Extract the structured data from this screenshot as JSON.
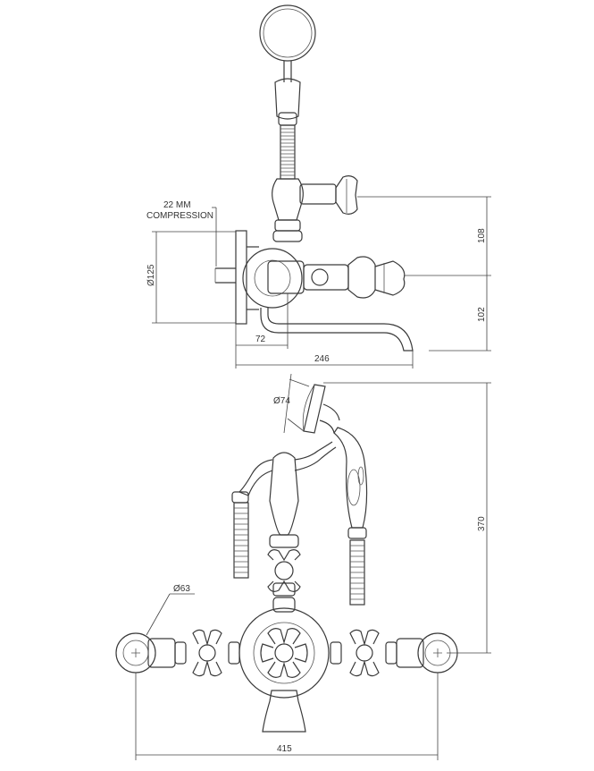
{
  "labels": {
    "compression_line1": "22 MM",
    "compression_line2": "COMPRESSION",
    "dia_flange": "Ø125",
    "dim_72": "72",
    "dim_246": "246",
    "dim_108": "108",
    "dim_102": "102",
    "dia_handset": "Ø74",
    "dim_370": "370",
    "dia_shroud": "Ø63",
    "dim_415": "415"
  }
}
